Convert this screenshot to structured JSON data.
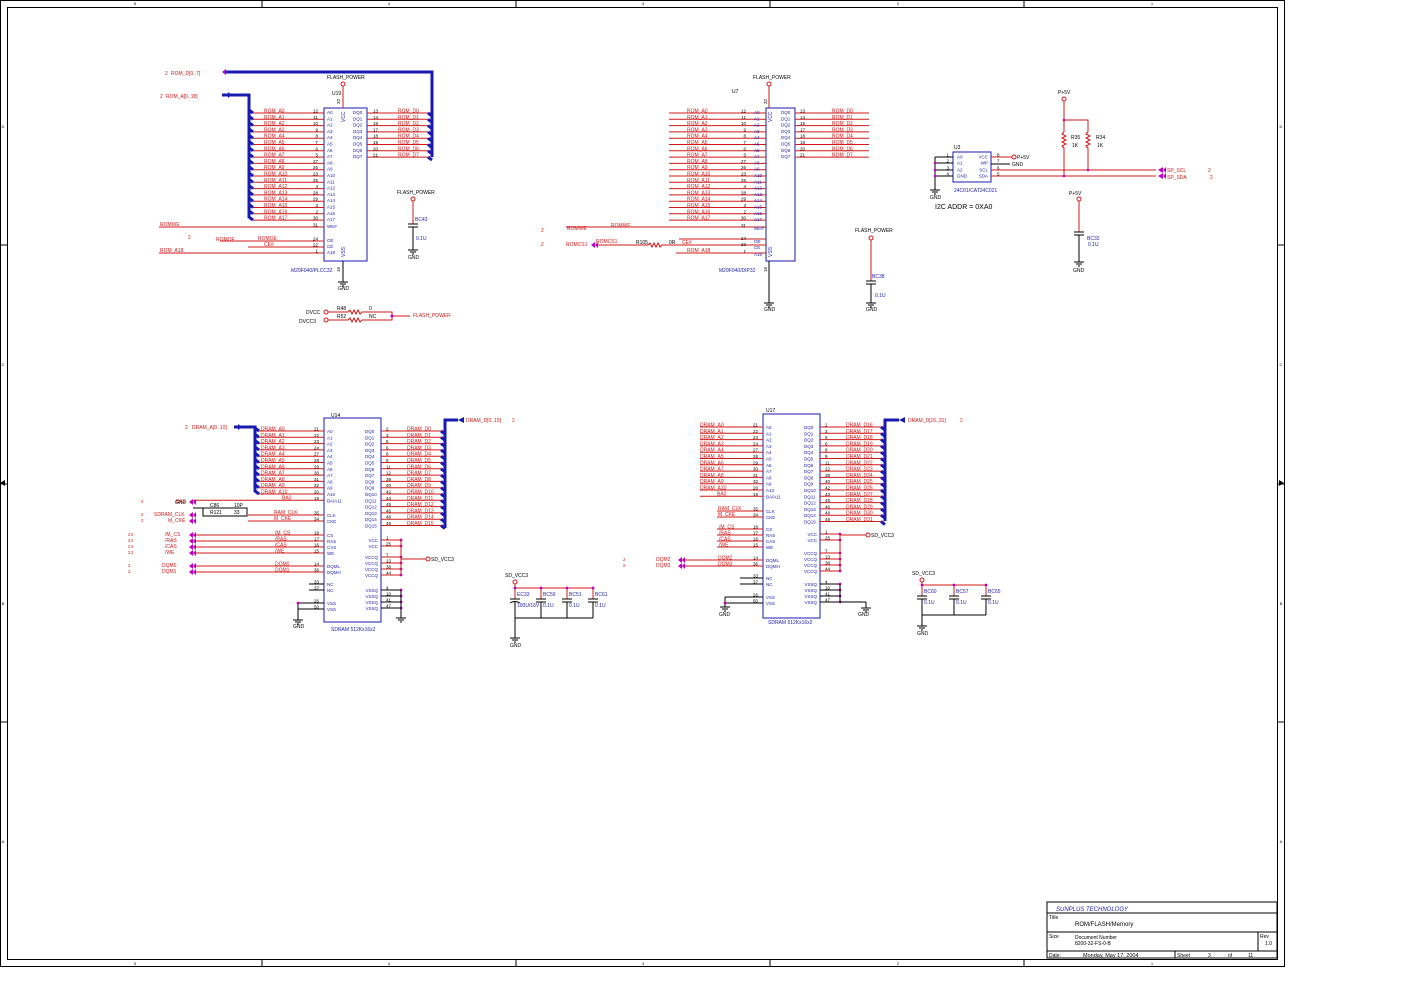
{
  "border": {
    "top": [
      "5",
      "4",
      "3",
      "2",
      "1"
    ],
    "bottom": [
      "5",
      "4",
      "3",
      "2",
      "1"
    ],
    "left": [
      "D",
      "C",
      "B",
      "A"
    ],
    "right": [
      "D",
      "C",
      "B",
      "A"
    ]
  },
  "title_block": {
    "company": "SUNPLUS TECHNOLOGY",
    "title_label": "Title",
    "title": "ROM/FLASH/Memory",
    "size_label": "Size",
    "docnum_label": "Document Number",
    "docnum": "8200-32-FS-0-B",
    "rev_label": "Rev",
    "rev": "1.0",
    "date_label": "Date:",
    "date": "Monday, May 17, 2004",
    "sheet_label": "Sheet",
    "sheet": "3",
    "of_label": "of",
    "total": "11"
  },
  "u19": {
    "ref": "U19",
    "part": "M29F040/PLCC32",
    "power": "FLASH_POWER",
    "gnd": "GND",
    "bus_data": "ROM_D[0..7]",
    "bus_addr": "ROM_A[0..18]",
    "page_data": "2",
    "page_addr": "2",
    "addr_nets": [
      "ROM_A0",
      "ROM_A1",
      "ROM_A2",
      "ROM_A3",
      "ROM_A4",
      "ROM_A5",
      "ROM_A6",
      "ROM_A7",
      "ROM_A8",
      "ROM_A9",
      "ROM_A10",
      "ROM_A11",
      "ROM_A12",
      "ROM_A13",
      "ROM_A14",
      "ROM_A15",
      "ROM_A16",
      "ROM_A17"
    ],
    "addr_pins": [
      "12",
      "11",
      "10",
      "9",
      "8",
      "7",
      "6",
      "5",
      "27",
      "26",
      "23",
      "25",
      "4",
      "28",
      "29",
      "3",
      "2",
      "30"
    ],
    "addr_names": [
      "A0",
      "A1",
      "A2",
      "A3",
      "A4",
      "A5",
      "A6",
      "A7",
      "A8",
      "A9",
      "A10",
      "A11",
      "A12",
      "A13",
      "A14",
      "A15",
      "A16",
      "A17"
    ],
    "data_nets": [
      "ROM_D0",
      "ROM_D1",
      "ROM_D2",
      "ROM_D3",
      "ROM_D4",
      "ROM_D5",
      "ROM_D6",
      "ROM_D7"
    ],
    "data_pins": [
      "13",
      "14",
      "15",
      "17",
      "18",
      "19",
      "20",
      "21"
    ],
    "data_names": [
      "DQ0",
      "DQ1",
      "DQ2",
      "DQ3",
      "DQ4",
      "DQ5",
      "DQ6",
      "DQ7"
    ],
    "ctrl_nets": [
      "ROMWE",
      "ROMOE",
      "CE#",
      "ROM_A18"
    ],
    "ctrl_pins": [
      "31",
      "24",
      "22",
      "1"
    ],
    "ctrl_names": [
      "WE#",
      "OE",
      "CE",
      "A18"
    ],
    "romoe_page": "2",
    "vcc_pin": "32",
    "vcc_name": "VCC",
    "vss_pin": "16",
    "vss_name": "VSS"
  },
  "u7": {
    "ref": "U7",
    "part": "M29F040/DIP32",
    "power": "FLASH_POWER",
    "gnd": "GND",
    "addr_nets": [
      "ROM_A0",
      "ROM_A1",
      "ROM_A2",
      "ROM_A3",
      "ROM_A4",
      "ROM_A5",
      "ROM_A6",
      "ROM_A7",
      "ROM_A8",
      "ROM_A9",
      "ROM_A10",
      "ROM_A11",
      "ROM_A12",
      "ROM_A13",
      "ROM_A14",
      "ROM_A15",
      "ROM_A16",
      "ROM_A17"
    ],
    "addr_pins": [
      "12",
      "11",
      "10",
      "9",
      "8",
      "7",
      "6",
      "5",
      "27",
      "26",
      "23",
      "25",
      "4",
      "28",
      "29",
      "3",
      "2",
      "30"
    ],
    "data_nets": [
      "ROM_D0",
      "ROM_D1",
      "ROM_D2",
      "ROM_D3",
      "ROM_D4",
      "ROM_D5",
      "ROM_D6",
      "ROM_D7"
    ],
    "data_pins": [
      "13",
      "14",
      "15",
      "17",
      "18",
      "19",
      "20",
      "21"
    ],
    "romwe": "ROMWE",
    "romwe_page": "2",
    "romwe_pin": "31",
    "romcs": "ROMCS1",
    "romcs_page": "2",
    "r_ref": "R105",
    "r_val": "0R",
    "ce": "CE#",
    "oe_pin": "24",
    "ce_pin": "22",
    "a18_net": "ROM_A18",
    "a18_pin": "1",
    "vcc_pin": "32",
    "vss_pin": "16"
  },
  "caps_flash": {
    "bc43": {
      "ref": "BC43",
      "val": "0.1U",
      "power": "FLASH_POWER",
      "gnd": "GND"
    },
    "bc38": {
      "ref": "BC38",
      "val": "0.1U",
      "power": "FLASH_POWER",
      "gnd": "GND"
    }
  },
  "power_sel": {
    "dvcc": "DVCC",
    "dvcc3": "DVCC3",
    "r48": "R48",
    "r48_val": "0",
    "r52": "R52",
    "r52_val": "NC",
    "out": "FLASH_POWER"
  },
  "u3": {
    "ref": "U3",
    "part": "24C01/CAT24C021",
    "pins_left": [
      "1",
      "2",
      "3",
      "4"
    ],
    "names_left": [
      "A0",
      "A1",
      "A2",
      "GND"
    ],
    "pins_right": [
      "8",
      "7",
      "6",
      "5"
    ],
    "names_right": [
      "VCC",
      "WP",
      "SCL",
      "SDA"
    ],
    "p5v": "P+5V",
    "gnd": "GND",
    "r35": "R35",
    "r35_val": "1K",
    "r34": "R34",
    "r34_val": "1K",
    "scl": "SP_SCL",
    "sda": "SP_SDA",
    "page": "2",
    "addr_note": "I2C ADDR = 0XA0",
    "bc32": "BC32",
    "bc32_val": "0.1U"
  },
  "u14": {
    "ref": "U14",
    "part": "SDRAM 512Kx16x2",
    "bus_addr": "DRAM_A[0..10]",
    "bus_addr_page": "2",
    "bus_data": "DRAM_D[0..15]",
    "bus_data_page": "2",
    "addr_nets": [
      "DRAM_A0",
      "DRAM_A1",
      "DRAM_A2",
      "DRAM_A3",
      "DRAM_A4",
      "DRAM_A5",
      "DRAM_A6",
      "DRAM_A7",
      "DRAM_A8",
      "DRAM_A9",
      "DRAM_A10"
    ],
    "addr_pins": [
      "21",
      "22",
      "23",
      "24",
      "27",
      "28",
      "29",
      "30",
      "31",
      "32",
      "20"
    ],
    "addr_names": [
      "A0",
      "A1",
      "A2",
      "A3",
      "A4",
      "A5",
      "A6",
      "A7",
      "A8",
      "A9",
      "A10"
    ],
    "ba": "BA0",
    "ba_pin": "19",
    "ba_name": "BA/A11",
    "data_nets": [
      "DRAM_D0",
      "DRAM_D1",
      "DRAM_D2",
      "DRAM_D3",
      "DRAM_D4",
      "DRAM_D5",
      "DRAM_D6",
      "DRAM_D7",
      "DRAM_D8",
      "DRAM_D9",
      "DRAM_D10",
      "DRAM_D11",
      "DRAM_D12",
      "DRAM_D13",
      "DRAM_D14",
      "DRAM_D15"
    ],
    "data_pins": [
      "2",
      "3",
      "5",
      "6",
      "8",
      "9",
      "11",
      "12",
      "39",
      "40",
      "42",
      "43",
      "45",
      "46",
      "48",
      "49"
    ],
    "data_names": [
      "DQ0",
      "DQ1",
      "DQ2",
      "DQ3",
      "DQ4",
      "DQ5",
      "DQ6",
      "DQ7",
      "DQ8",
      "DQ9",
      "DQ10",
      "DQ11",
      "DQ12",
      "DQ13",
      "DQ14",
      "DQ15"
    ],
    "ctrl_nets": [
      "/M_CS",
      "/RAS",
      "/CAS",
      "/WE"
    ],
    "ctrl_pins": [
      "18",
      "17",
      "16",
      "15"
    ],
    "ctrl_names": [
      "CS",
      "RAS",
      "CAS",
      "WE"
    ],
    "clk": "SDRAM_CLK",
    "cke": "M_CKE",
    "ram_clk": "RAM_CLK",
    "m_cke": "M_CKE",
    "clk_pin": "35",
    "cke_pin": "34",
    "c86": "C86",
    "c86_val": "10P",
    "r121": "R121",
    "r121_val": "33",
    "dqm": [
      "DQM0",
      "DQM1"
    ],
    "dqm_pins": [
      "14",
      "36"
    ],
    "dqm_names": [
      "DQML",
      "DQMH"
    ],
    "vcc_pins": [
      "1",
      "25"
    ],
    "vccq_pins": [
      "7",
      "13",
      "38",
      "44"
    ],
    "nc_pins": [
      "33",
      "37"
    ],
    "vss_pins": [
      "26",
      "50"
    ],
    "vssq_pins": [
      "4",
      "10",
      "41",
      "47"
    ],
    "sd_vcc3": "SD_VCC3",
    "gnd": "GND"
  },
  "u17": {
    "ref": "U17",
    "part": "SDRAM 512Kx16x2",
    "bus_data": "DRAM_D[16..31]",
    "bus_data_page": "2",
    "addr_nets": [
      "DRAM_A0",
      "DRAM_A1",
      "DRAM_A2",
      "DRAM_A3",
      "DRAM_A4",
      "DRAM_A5",
      "DRAM_A6",
      "DRAM_A7",
      "DRAM_A8",
      "DRAM_A9",
      "DRAM_A10"
    ],
    "data_nets": [
      "DRAM_D16",
      "DRAM_D17",
      "DRAM_D18",
      "DRAM_D19",
      "DRAM_D20",
      "DRAM_D21",
      "DRAM_D22",
      "DRAM_D23",
      "DRAM_D24",
      "DRAM_D25",
      "DRAM_D26",
      "DRAM_D27",
      "DRAM_D28",
      "DRAM_D29",
      "DRAM_D30",
      "DRAM_D31"
    ],
    "ba": "BA0",
    "clk": "RAM_CLK",
    "cke": "M_CKE",
    "ctrl_nets": [
      "/M_CS",
      "/RAS",
      "/CAS",
      "/WE"
    ],
    "dqm": [
      "DQM2",
      "DQM3"
    ],
    "sd_vcc3": "SD_VCC3",
    "gnd": "GND"
  },
  "sdram_caps_1": {
    "power": "SD_VCC3",
    "gnd": "GND",
    "caps": [
      {
        "ref": "EC33",
        "val": "100U/16V"
      },
      {
        "ref": "BC59",
        "val": "0.1U"
      },
      {
        "ref": "BC51",
        "val": "0.1U"
      },
      {
        "ref": "BC61",
        "val": "0.1U"
      }
    ]
  },
  "sdram_caps_2": {
    "power": "SD_VCC3",
    "gnd": "GND",
    "caps": [
      {
        "ref": "BC60",
        "val": "0.1U"
      },
      {
        "ref": "BC57",
        "val": "0.1U"
      },
      {
        "ref": "BC65",
        "val": "0.1U"
      }
    ]
  },
  "page_refs": {
    "two": "2"
  },
  "colors": {
    "net": "#d01818",
    "part": "#1a1ab0",
    "junction": "#c000c0",
    "wire": "#000000"
  }
}
